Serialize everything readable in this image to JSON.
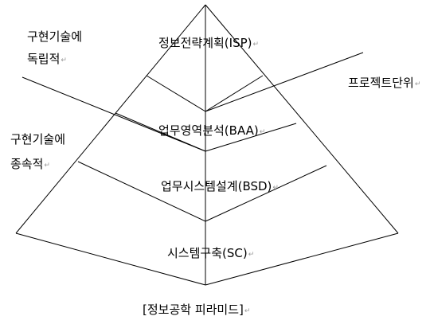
{
  "pyramid": {
    "layers": [
      {
        "label": "정보전략계획(ISP)"
      },
      {
        "label": "업무영역분석(BAA)"
      },
      {
        "label": "업무시스템설계(BSD)"
      },
      {
        "label": "시스템구축(SC)"
      }
    ],
    "line_color": "#000000"
  },
  "annotations": {
    "independent": {
      "line1": "구현기술에",
      "line2": "독립적"
    },
    "dependent": {
      "line1": "구현기술에",
      "line2": "종속적"
    },
    "project_unit": "프로젝트단위"
  },
  "caption": "[정보공학  피라미드]",
  "paragraph_mark": "↵"
}
